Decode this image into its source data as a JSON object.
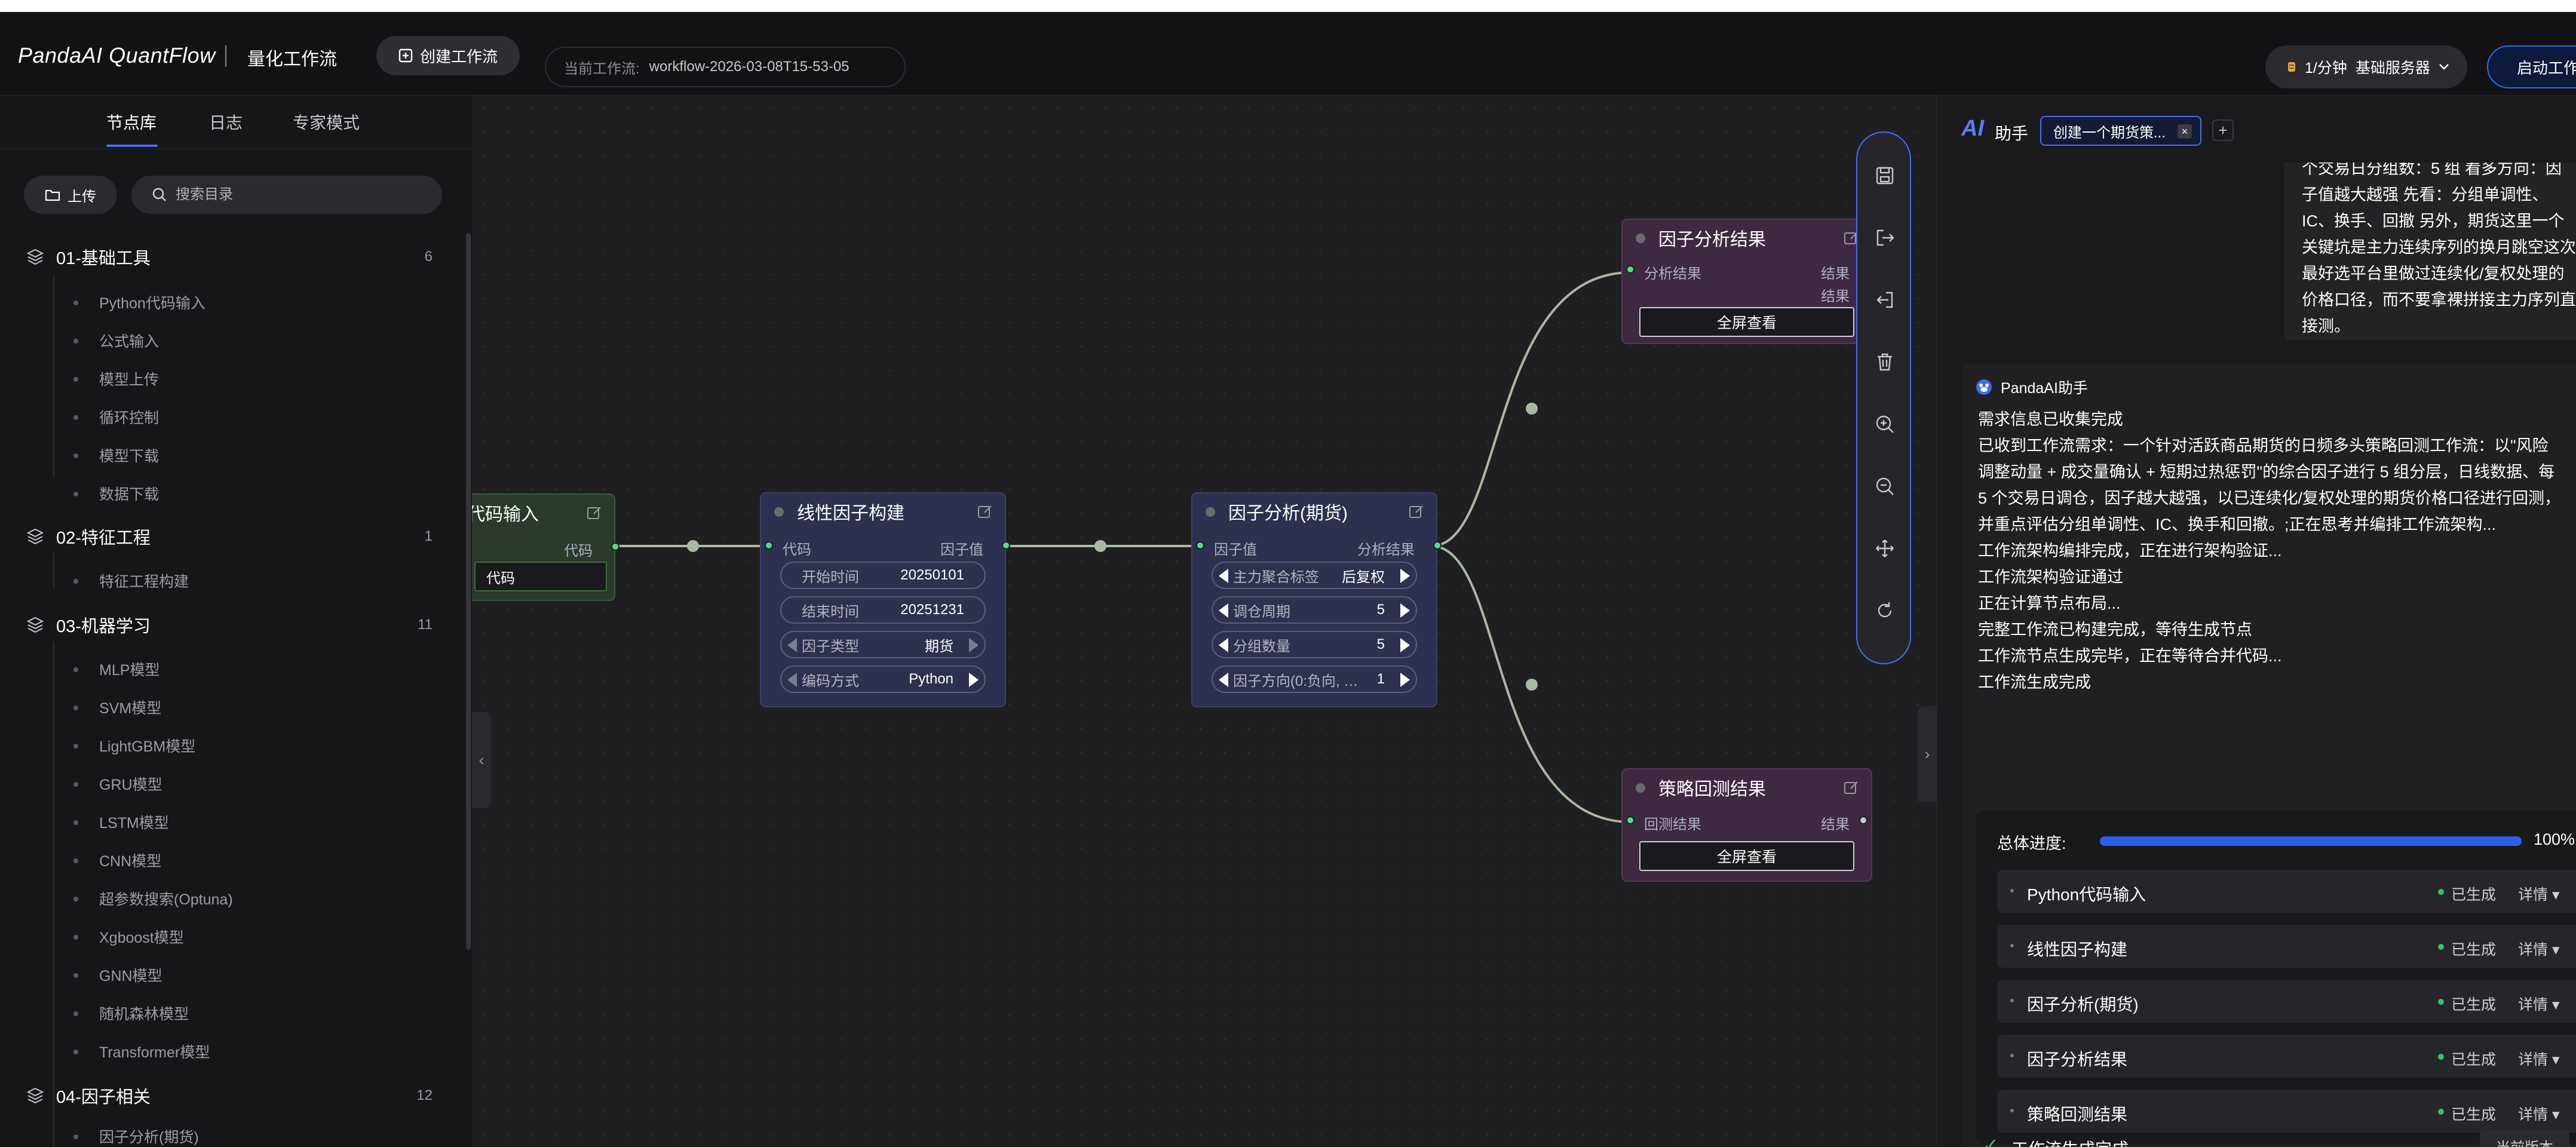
{
  "header": {
    "brand": "PandaAI QuantFlow",
    "subtitle": "量化工作流",
    "create_label": "创建工作流",
    "current_wf_label": "当前工作流:",
    "current_wf_value": "workflow-2026-03-08T15-53-05",
    "plan_label": "1/分钟",
    "plan_service": "基础服务器",
    "start_label": "启动工作流"
  },
  "sidebar": {
    "tabs": [
      "节点库",
      "日志",
      "专家模式"
    ],
    "active_tab": 0,
    "upload_label": "上传",
    "search_placeholder": "搜索目录",
    "categories": [
      {
        "name": "01-基础工具",
        "count": "6",
        "items": [
          "Python代码输入",
          "公式输入",
          "模型上传",
          "循环控制",
          "模型下载",
          "数据下载"
        ]
      },
      {
        "name": "02-特征工程",
        "count": "1",
        "items": [
          "特征工程构建"
        ]
      },
      {
        "name": "03-机器学习",
        "count": "11",
        "items": [
          "MLP模型",
          "SVM模型",
          "LightGBM模型",
          "GRU模型",
          "LSTM模型",
          "CNN模型",
          "超参数搜索(Optuna)",
          "Xgboost模型",
          "GNN模型",
          "随机森林模型",
          "Transformer模型"
        ]
      },
      {
        "name": "04-因子相关",
        "count": "12",
        "items": [
          "因子分析(期货)"
        ]
      }
    ]
  },
  "canvas": {
    "nodes": {
      "code": {
        "title": "代码输入",
        "out_port": "代码",
        "field_value": "代码"
      },
      "linear": {
        "title": "线性因子构建",
        "in_port": "代码",
        "out_port": "因子值",
        "params": [
          {
            "key": "开始时间",
            "value": "20250101"
          },
          {
            "key": "结束时间",
            "value": "20251231"
          },
          {
            "key": "因子类型",
            "value": "期货"
          },
          {
            "key": "编码方式",
            "value": "Python"
          }
        ]
      },
      "analysis": {
        "title": "因子分析(期货)",
        "in_port": "因子值",
        "out_port": "分析结果",
        "params": [
          {
            "key": "主力聚合标签",
            "value": "后复权"
          },
          {
            "key": "调仓周期",
            "value": "5"
          },
          {
            "key": "分组数量",
            "value": "5"
          },
          {
            "key": "因子方向(0:负向, …",
            "value": "1"
          }
        ]
      },
      "result": {
        "title": "因子分析结果",
        "in_port": "分析结果",
        "out_port_1": "结果",
        "out_port_2": "结果",
        "button": "全屏查看"
      },
      "backtest": {
        "title": "策略回测结果",
        "in_port": "回测结果",
        "out_port": "结果",
        "button": "全屏查看"
      }
    },
    "toolbar_icons": [
      "save-icon",
      "export-icon",
      "import-icon",
      "delete-icon",
      "zoom-in-icon",
      "zoom-out-icon",
      "fit-view-icon",
      "reset-icon"
    ]
  },
  "assistant": {
    "logo": "AI",
    "title": "助手",
    "chat_tab": "创建一个期货策...",
    "user_msg_lines": [
      "个交易日分组数：5 组 看多方向：因",
      "子值越大越强 先看：分组单调性、",
      "IC、换手、回撤 另外，期货这里一个",
      "关键坑是主力连续序列的换月跳空这次",
      "最好选平台里做过连续化/复权处理的",
      "价格口径，而不要拿裸拼接主力序列直",
      "接测。"
    ],
    "bot_name": "PandaAI助手",
    "bot_lines": [
      "需求信息已收集完成",
      "已收到工作流需求：一个针对活跃商品期货的日频多头策略回测工作流：以\"风险",
      "调整动量 + 成交量确认 + 短期过热惩罚\"的综合因子进行 5 组分层，日线数据、每",
      "5 个交易日调仓，因子越大越强，以已连续化/复权处理的期货价格口径进行回测，",
      "并重点评估分组单调性、IC、换手和回撤。;正在思考并编排工作流架构...",
      "工作流架构编排完成，正在进行架构验证...",
      "工作流架构验证通过",
      "正在计算节点布局...",
      "完整工作流已构建完成，等待生成节点",
      "工作流节点生成完毕，正在等待合并代码...",
      "工作流生成完成"
    ],
    "progress_label": "总体进度:",
    "progress_value": 1.0,
    "progress_pct": "100%",
    "steps": [
      {
        "name": "Python代码输入",
        "status": "已生成",
        "detail": "详情"
      },
      {
        "name": "线性因子构建",
        "status": "已生成",
        "detail": "详情"
      },
      {
        "name": "因子分析(期货)",
        "status": "已生成",
        "detail": "详情"
      },
      {
        "name": "因子分析结果",
        "status": "已生成",
        "detail": "详情"
      },
      {
        "name": "策略回测结果",
        "status": "已生成",
        "detail": "详情"
      }
    ],
    "done_label": "工作流生成完成",
    "version_label": "当前版本"
  },
  "colors": {
    "accent": "#4a6cf2",
    "port": "#4be08a",
    "edge": "#a9b8a2",
    "node_code": "#2b3a2c",
    "node_linear": "#2e3050",
    "node_result": "#3d2940",
    "status_ok": "#33c46a"
  }
}
